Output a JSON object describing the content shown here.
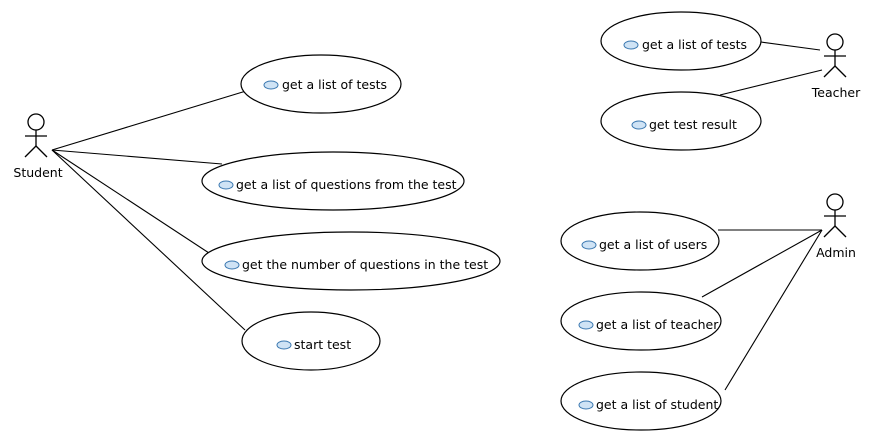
{
  "actors": {
    "student": {
      "name": "Student"
    },
    "teacher": {
      "name": "Teacher"
    },
    "admin": {
      "name": "Admin"
    }
  },
  "use_cases": {
    "s1": {
      "label": "get a list of tests"
    },
    "s2": {
      "label": "get a list of questions from the test"
    },
    "s3": {
      "label": "get the number of questions in the test"
    },
    "s4": {
      "label": "start test"
    },
    "t1": {
      "label": "get a list of tests"
    },
    "t2": {
      "label": "get test result"
    },
    "a1": {
      "label": "get a list of users"
    },
    "a2": {
      "label": "get a list of teacher"
    },
    "a3": {
      "label": "get a list of student"
    }
  },
  "associations": [
    {
      "actor": "student",
      "use_case": "s1"
    },
    {
      "actor": "student",
      "use_case": "s2"
    },
    {
      "actor": "student",
      "use_case": "s3"
    },
    {
      "actor": "student",
      "use_case": "s4"
    },
    {
      "actor": "teacher",
      "use_case": "t1"
    },
    {
      "actor": "teacher",
      "use_case": "t2"
    },
    {
      "actor": "admin",
      "use_case": "a1"
    },
    {
      "actor": "admin",
      "use_case": "a2"
    },
    {
      "actor": "admin",
      "use_case": "a3"
    }
  ],
  "colors": {
    "use_case_icon_fill": "#cfe3f5",
    "use_case_icon_stroke": "#3b78b0"
  }
}
